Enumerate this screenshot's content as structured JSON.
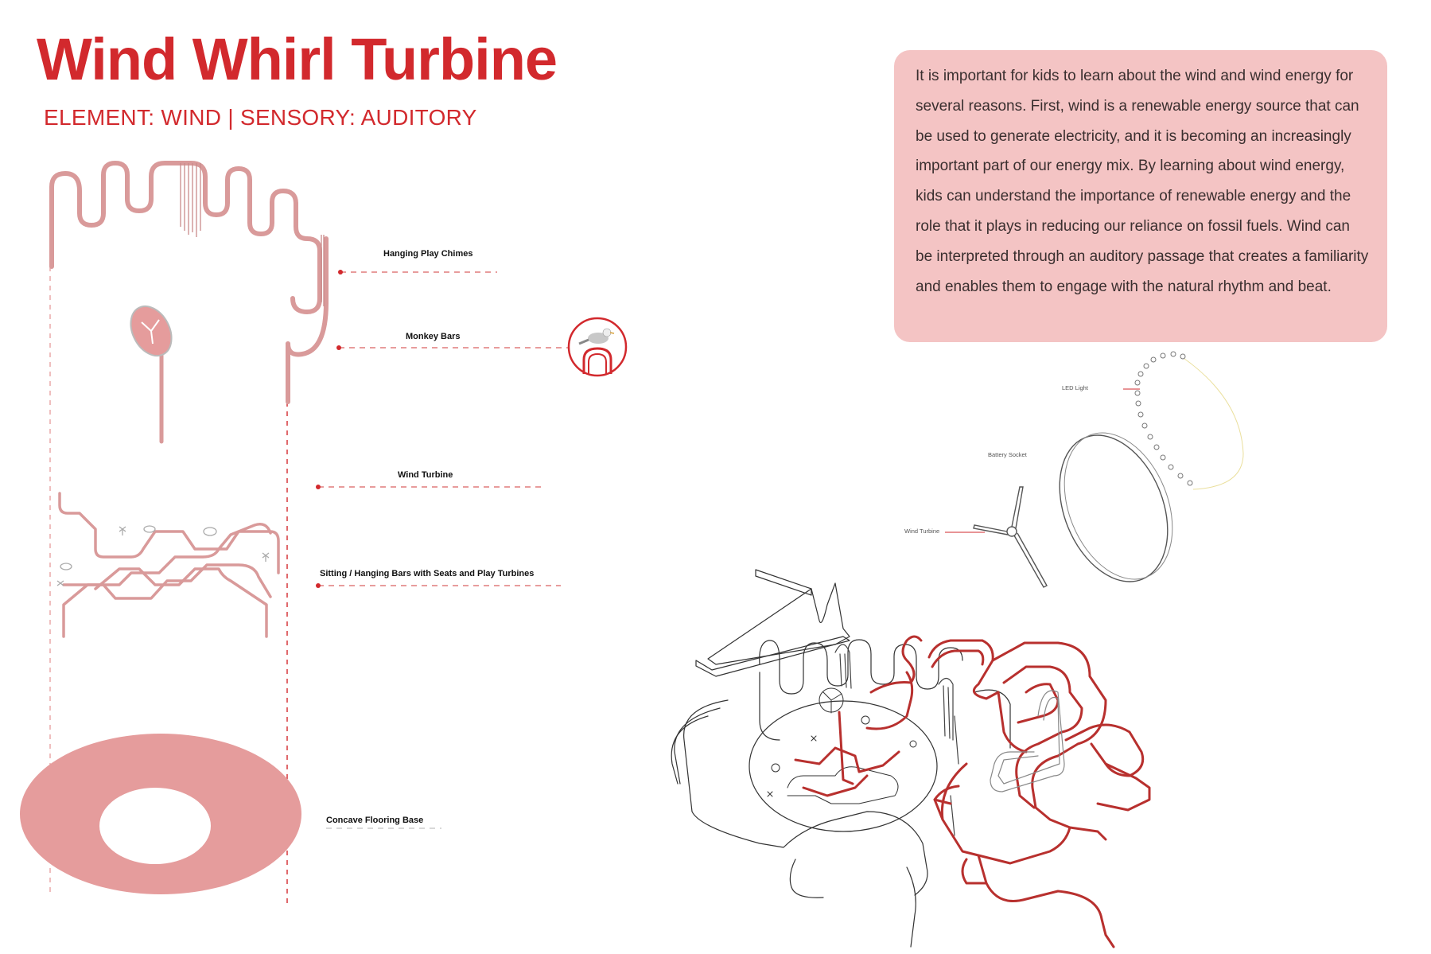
{
  "title": "Wind Whirl Turbine",
  "subtitle": "ELEMENT: WIND | SENSORY: AUDITORY",
  "description": "It is important for kids to learn about the wind and wind energy for several reasons. First, wind is a renewable energy source that can be used to generate electricity, and it is becoming an increasingly important part of our energy mix. By learning about wind energy, kids can understand the importance of renewable energy and the role that it plays in reducing our reliance on fossil fuels. Wind can be interpreted through an auditory passage that creates a familiarity and enables them to engage with the natural rhythm and beat.",
  "labels": {
    "hanging_play_chimes": "Hanging Play Chimes",
    "monkey_bars": "Monkey Bars",
    "wind_turbine": "Wind Turbine",
    "sitting_hanging_bars": "Sitting / Hanging Bars with Seats and Play Turbines",
    "concave_flooring_base": "Concave Flooring Base"
  },
  "component_labels": {
    "led_light": "LED Light",
    "battery_socket": "Battery Socket",
    "wind_turbine": "Wind Turbine"
  },
  "colors": {
    "accent_red": "#d2292d",
    "pink_structure": "#d99a9a",
    "floor_pink": "#e59c9c",
    "info_box_bg": "#f4c4c4",
    "dark_red_path": "#b8302e"
  }
}
